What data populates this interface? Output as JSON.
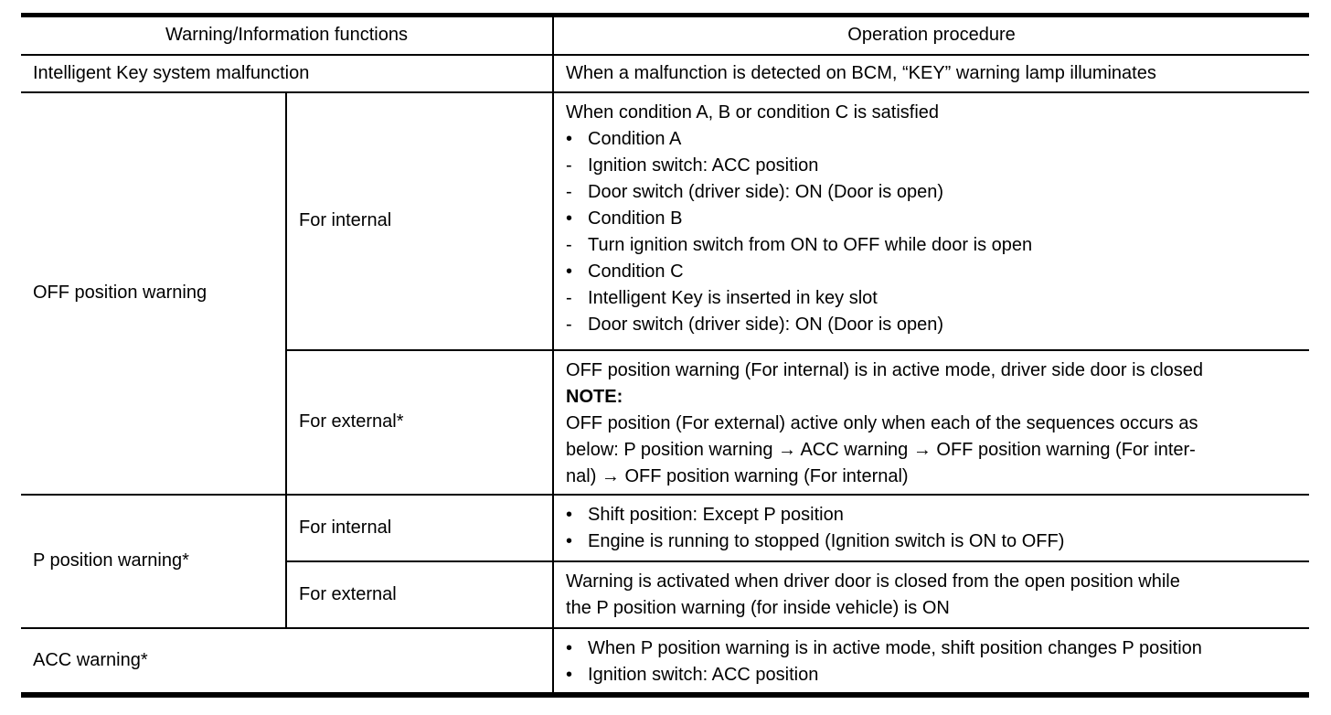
{
  "colors": {
    "text": "#000000",
    "background": "#ffffff",
    "border": "#000000"
  },
  "table": {
    "header": {
      "warning_functions": "Warning/Information functions",
      "operation_procedure": "Operation procedure"
    },
    "rows": {
      "intelligent_key": {
        "label": "Intelligent Key system malfunction",
        "procedure": "When a malfunction is detected on BCM, “KEY” warning lamp illuminates"
      },
      "off_position": {
        "label": "OFF position warning",
        "internal": {
          "label": "For internal",
          "lines": [
            {
              "text": "When condition A, B or condition C is satisfied"
            },
            {
              "marker": "•",
              "text": "Condition A"
            },
            {
              "marker": "-",
              "text": "Ignition switch: ACC position"
            },
            {
              "marker": "-",
              "text": "Door switch (driver side): ON (Door is open)"
            },
            {
              "marker": "•",
              "text": "Condition B"
            },
            {
              "marker": "-",
              "text": "Turn ignition switch from ON to OFF while door is open"
            },
            {
              "marker": "•",
              "text": "Condition C"
            },
            {
              "marker": "-",
              "text": "Intelligent Key is inserted in key slot"
            },
            {
              "marker": "-",
              "text": "Door switch (driver side): ON (Door is open)"
            }
          ]
        },
        "external": {
          "label": "For external*",
          "lines": [
            {
              "text": "OFF position warning (For internal) is in active mode, driver side door is closed"
            },
            {
              "text": "NOTE:",
              "bold": true
            },
            {
              "text": "OFF position (For external) active only when each of the sequences occurs as"
            },
            {
              "text": "below: P position warning → ACC warning → OFF position warning (For inter-"
            },
            {
              "text": "nal) → OFF position warning (For internal)"
            }
          ]
        }
      },
      "p_position": {
        "label": "P position warning*",
        "internal": {
          "label": "For internal",
          "lines": [
            {
              "marker": "•",
              "text": "Shift position: Except P position"
            },
            {
              "marker": "•",
              "text": "Engine is running to stopped (Ignition switch is ON to OFF)"
            }
          ]
        },
        "external": {
          "label": "For external",
          "lines": [
            {
              "text": "Warning is activated when driver door is closed from the open position while"
            },
            {
              "text": "the P position warning (for inside vehicle) is ON"
            }
          ]
        }
      },
      "acc": {
        "label": "ACC warning*",
        "lines": [
          {
            "marker": "•",
            "text": "When P position warning is in active mode, shift position changes P position"
          },
          {
            "marker": "•",
            "text": "Ignition switch: ACC position"
          }
        ]
      }
    }
  }
}
